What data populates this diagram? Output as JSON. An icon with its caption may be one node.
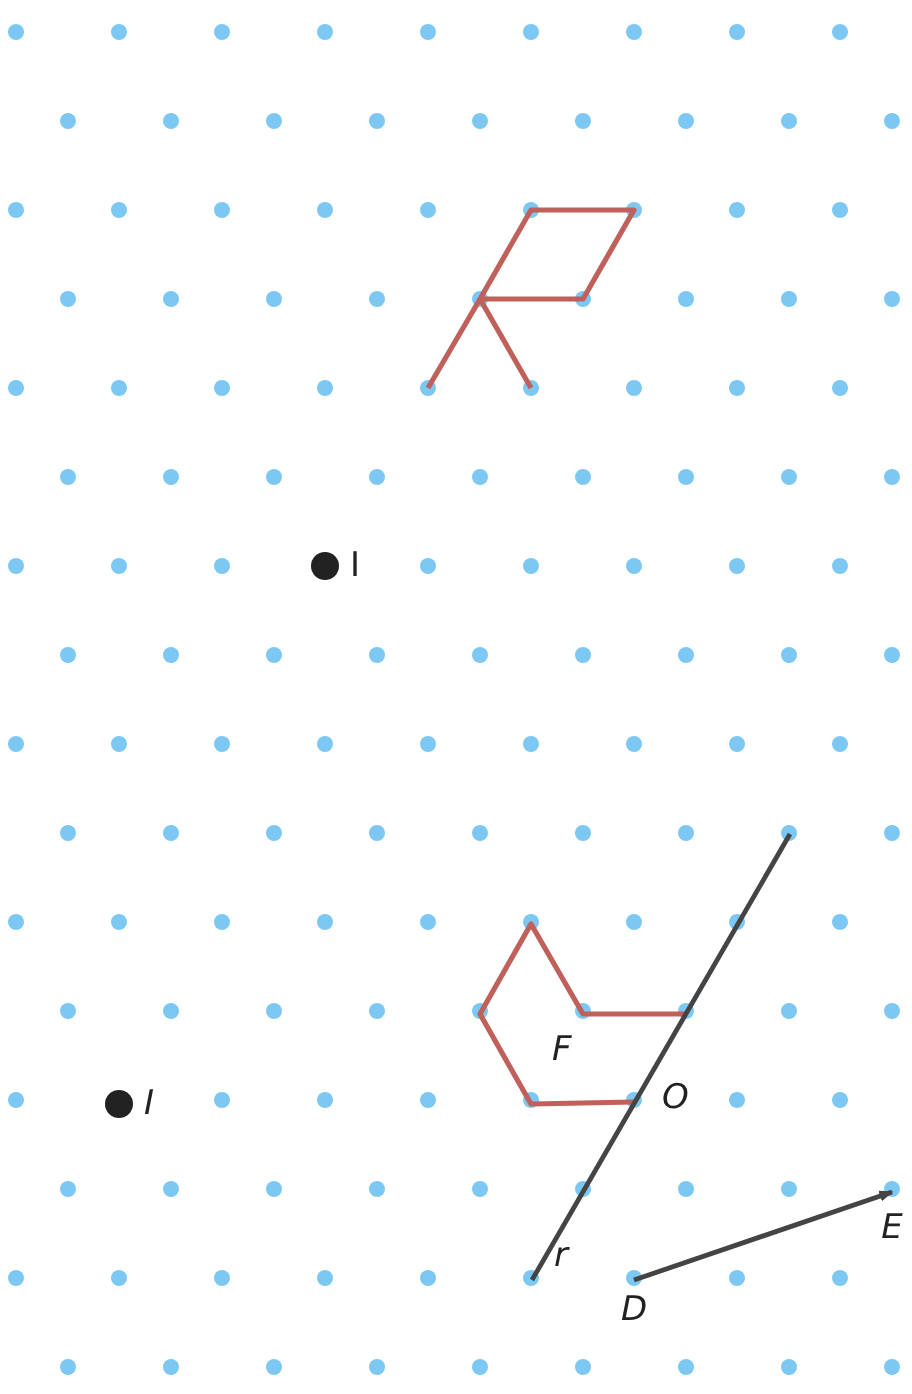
{
  "diagram": {
    "nodes": [
      {
        "text": [
          "D"
        ]
      },
      {
        "text": [
          "E"
        ]
      }
    ],
    "edges": [
      {
        "from": 0,
        "to": 1,
        "arrow": "to"
      }
    ],
    "labels": [
      "I",
      "I",
      "F",
      "O",
      "r"
    ]
  }
}
